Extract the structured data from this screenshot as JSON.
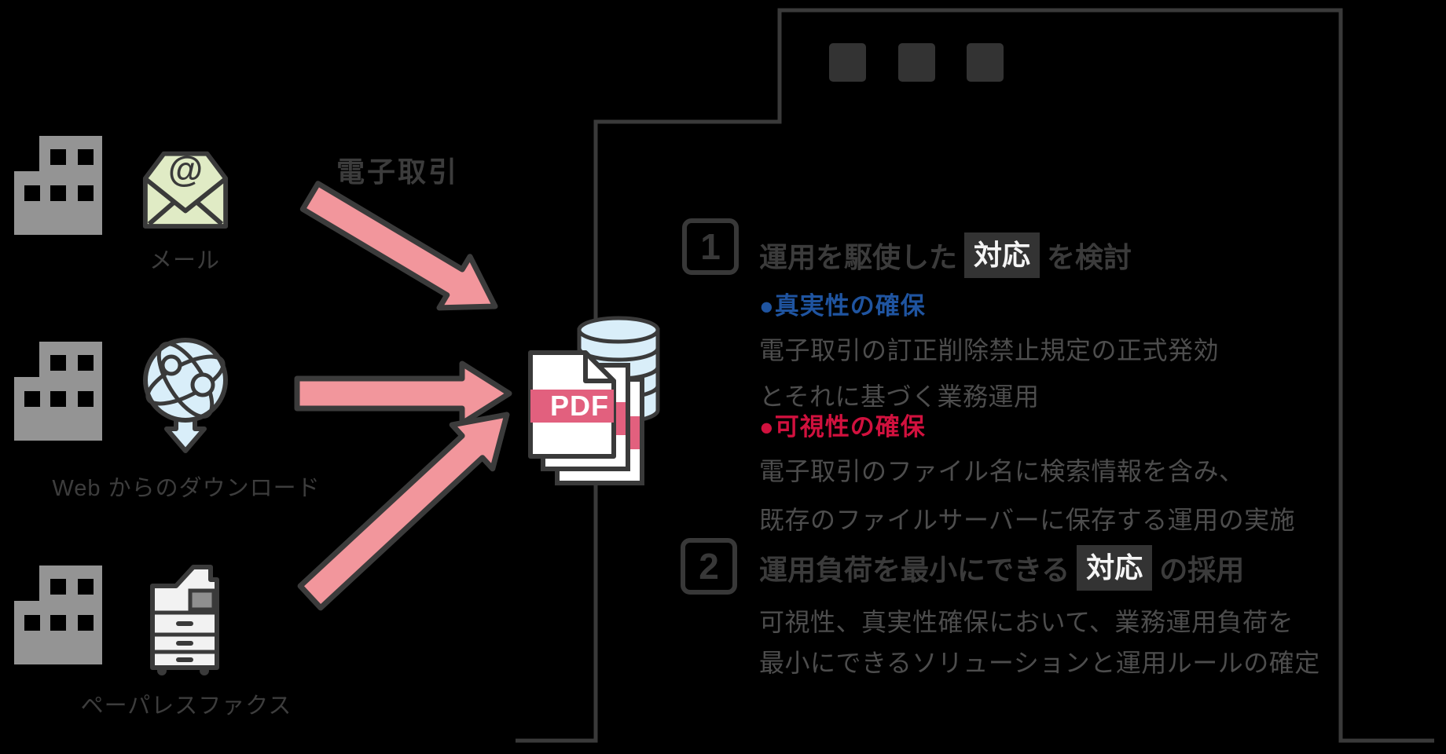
{
  "canvas": {
    "background_color": "#000000",
    "line_color": "#3a3a3a"
  },
  "flow": {
    "label": "電子取引",
    "arrow_color": "#f2969c",
    "sources": [
      {
        "caption": "メール",
        "icon": "email-icon",
        "icon_text": "@"
      },
      {
        "caption": "Web からのダウンロード",
        "icon": "web-download-icon"
      },
      {
        "caption": "ペーパレスファクス",
        "icon": "fax-icon"
      }
    ],
    "pdf": {
      "file_type": "PDF",
      "band_color": "#e2607e"
    }
  },
  "panel": {
    "decoration_square_count": "3",
    "sections": [
      {
        "number": "1",
        "title_before": "運用を駆使した",
        "badge": "対応",
        "title_after": "を検討",
        "items": [
          {
            "marker": "●",
            "label": "真実性の確保",
            "color": "#1f54a0",
            "lines": [
              "電子取引の訂正削除禁止規定の正式発効",
              "とそれに基づく業務運用"
            ]
          },
          {
            "marker": "●",
            "label": "可視性の確保",
            "color": "#d1113e",
            "lines": [
              "電子取引のファイル名に検索情報を含み、",
              "既存のファイルサーバーに保存する運用の実施"
            ]
          }
        ]
      },
      {
        "number": "2",
        "title_before": "運用負荷を最小にできる",
        "badge": "対応",
        "title_after": "の採用",
        "lines": [
          "可視性、真実性確保において、業務運用負荷を",
          "最小にできるソリューションと運用ルールの確定"
        ]
      }
    ]
  }
}
